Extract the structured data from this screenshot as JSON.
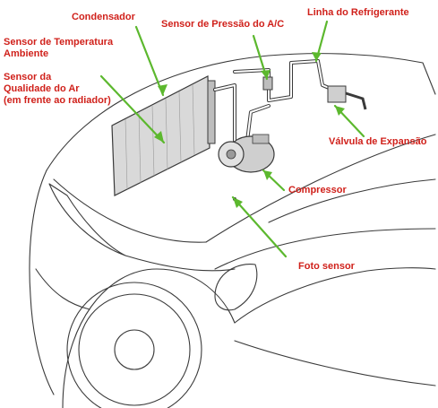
{
  "colors": {
    "label_text": "#d0211b",
    "leader_line": "#5cb82e",
    "outline": "#3a3a3a",
    "part_fill": "#d9d9d9"
  },
  "labels": {
    "condensador": "Condensador",
    "sensor_pressao": "Sensor de Pressão do A/C",
    "linha_refrigerante": "Linha do Refrigerante",
    "sensor_temperatura_1": "Sensor de Temperatura",
    "sensor_temperatura_2": "Ambiente",
    "sensor_qualidade_1": "Sensor da",
    "sensor_qualidade_2": "Qualidade do Ar",
    "sensor_qualidade_3": "(em frente ao radiador)",
    "valvula_expansao": "Válvula de Expansão",
    "compressor": "Compressor",
    "foto_sensor": "Foto sensor"
  }
}
